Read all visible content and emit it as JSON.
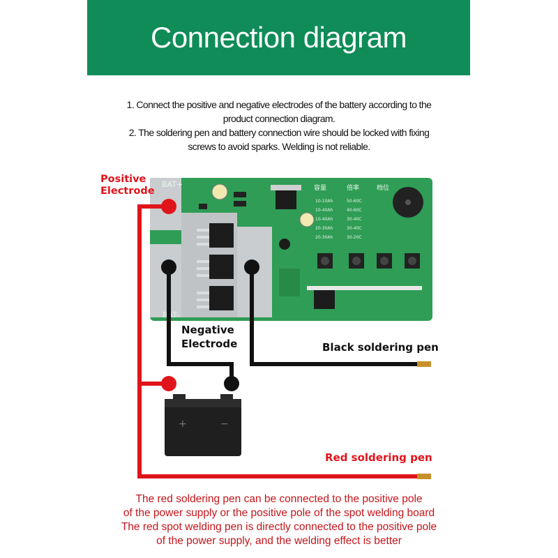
{
  "header": {
    "title": "Connection diagram"
  },
  "instructions": [
    "1. Connect the positive and negative electrodes of the battery according to the",
    "product connection diagram.",
    "2. The soldering pen and battery connection wire should be locked with fixing",
    "screws to avoid sparks. Welding is not reliable."
  ],
  "labels": {
    "positive": [
      "Positive",
      "Electrode"
    ],
    "negative": [
      "Negative",
      "Electrode"
    ],
    "black_pen": "Black soldering pen",
    "red_pen": "Red soldering pen"
  },
  "board": {
    "bat_plus": "BAT+",
    "bat_minus": "BAT-",
    "header_labels": [
      "容量",
      "倍率",
      "档位"
    ],
    "rating_rows": [
      "10-10Ah",
      "10-40Ah",
      "10-40Ah",
      "20-30Ah",
      "20-30Ah"
    ],
    "rating_rows_2": [
      "50-60C",
      "40-60C",
      "30-40C",
      "30-40C",
      "30-20C"
    ]
  },
  "footer": [
    "The red soldering pen can be connected to the positive pole",
    "of the power supply or the positive pole of the spot welding board",
    "The red spot welding pen is directly connected to the positive pole",
    "of the power supply, and the welding effect is better"
  ],
  "colors": {
    "banner": "#0f8c58",
    "red": "#e0141b",
    "black": "#111111",
    "pcb": "#2f9d55"
  }
}
